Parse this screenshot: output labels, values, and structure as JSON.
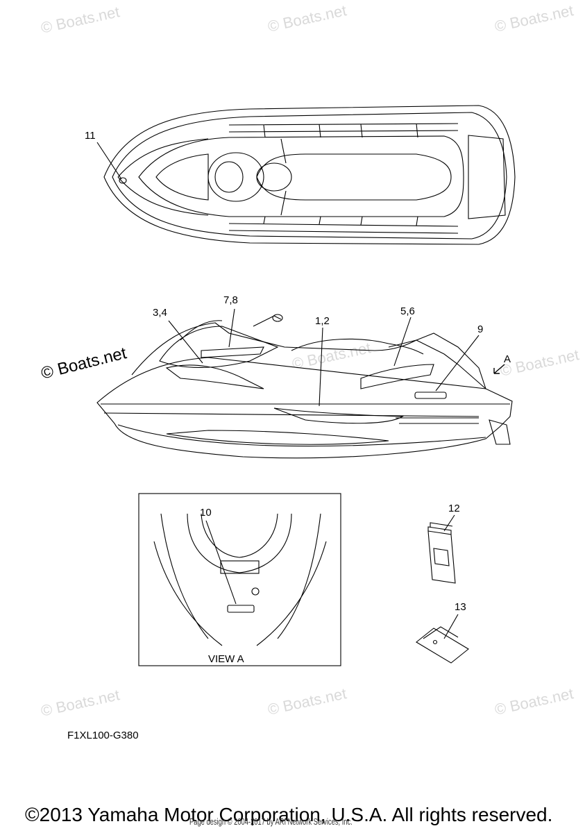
{
  "watermarks": {
    "text": "© Boats.net",
    "prominent": "© Boats.net"
  },
  "callouts": {
    "c11": "11",
    "c34": "3,4",
    "c78": "7,8",
    "c12_pair": "1,2",
    "c56": "5,6",
    "c9": "9",
    "cA": "A",
    "c10": "10",
    "c12": "12",
    "c13": "13"
  },
  "view_label": "VIEW A",
  "part_code": "F1XL100-G380",
  "copyright": "©2013 Yamaha Motor Corporation, U.S.A. All rights reserved.",
  "page_credit": "Page design © 2004-2017 by ARI Network Services, Inc."
}
